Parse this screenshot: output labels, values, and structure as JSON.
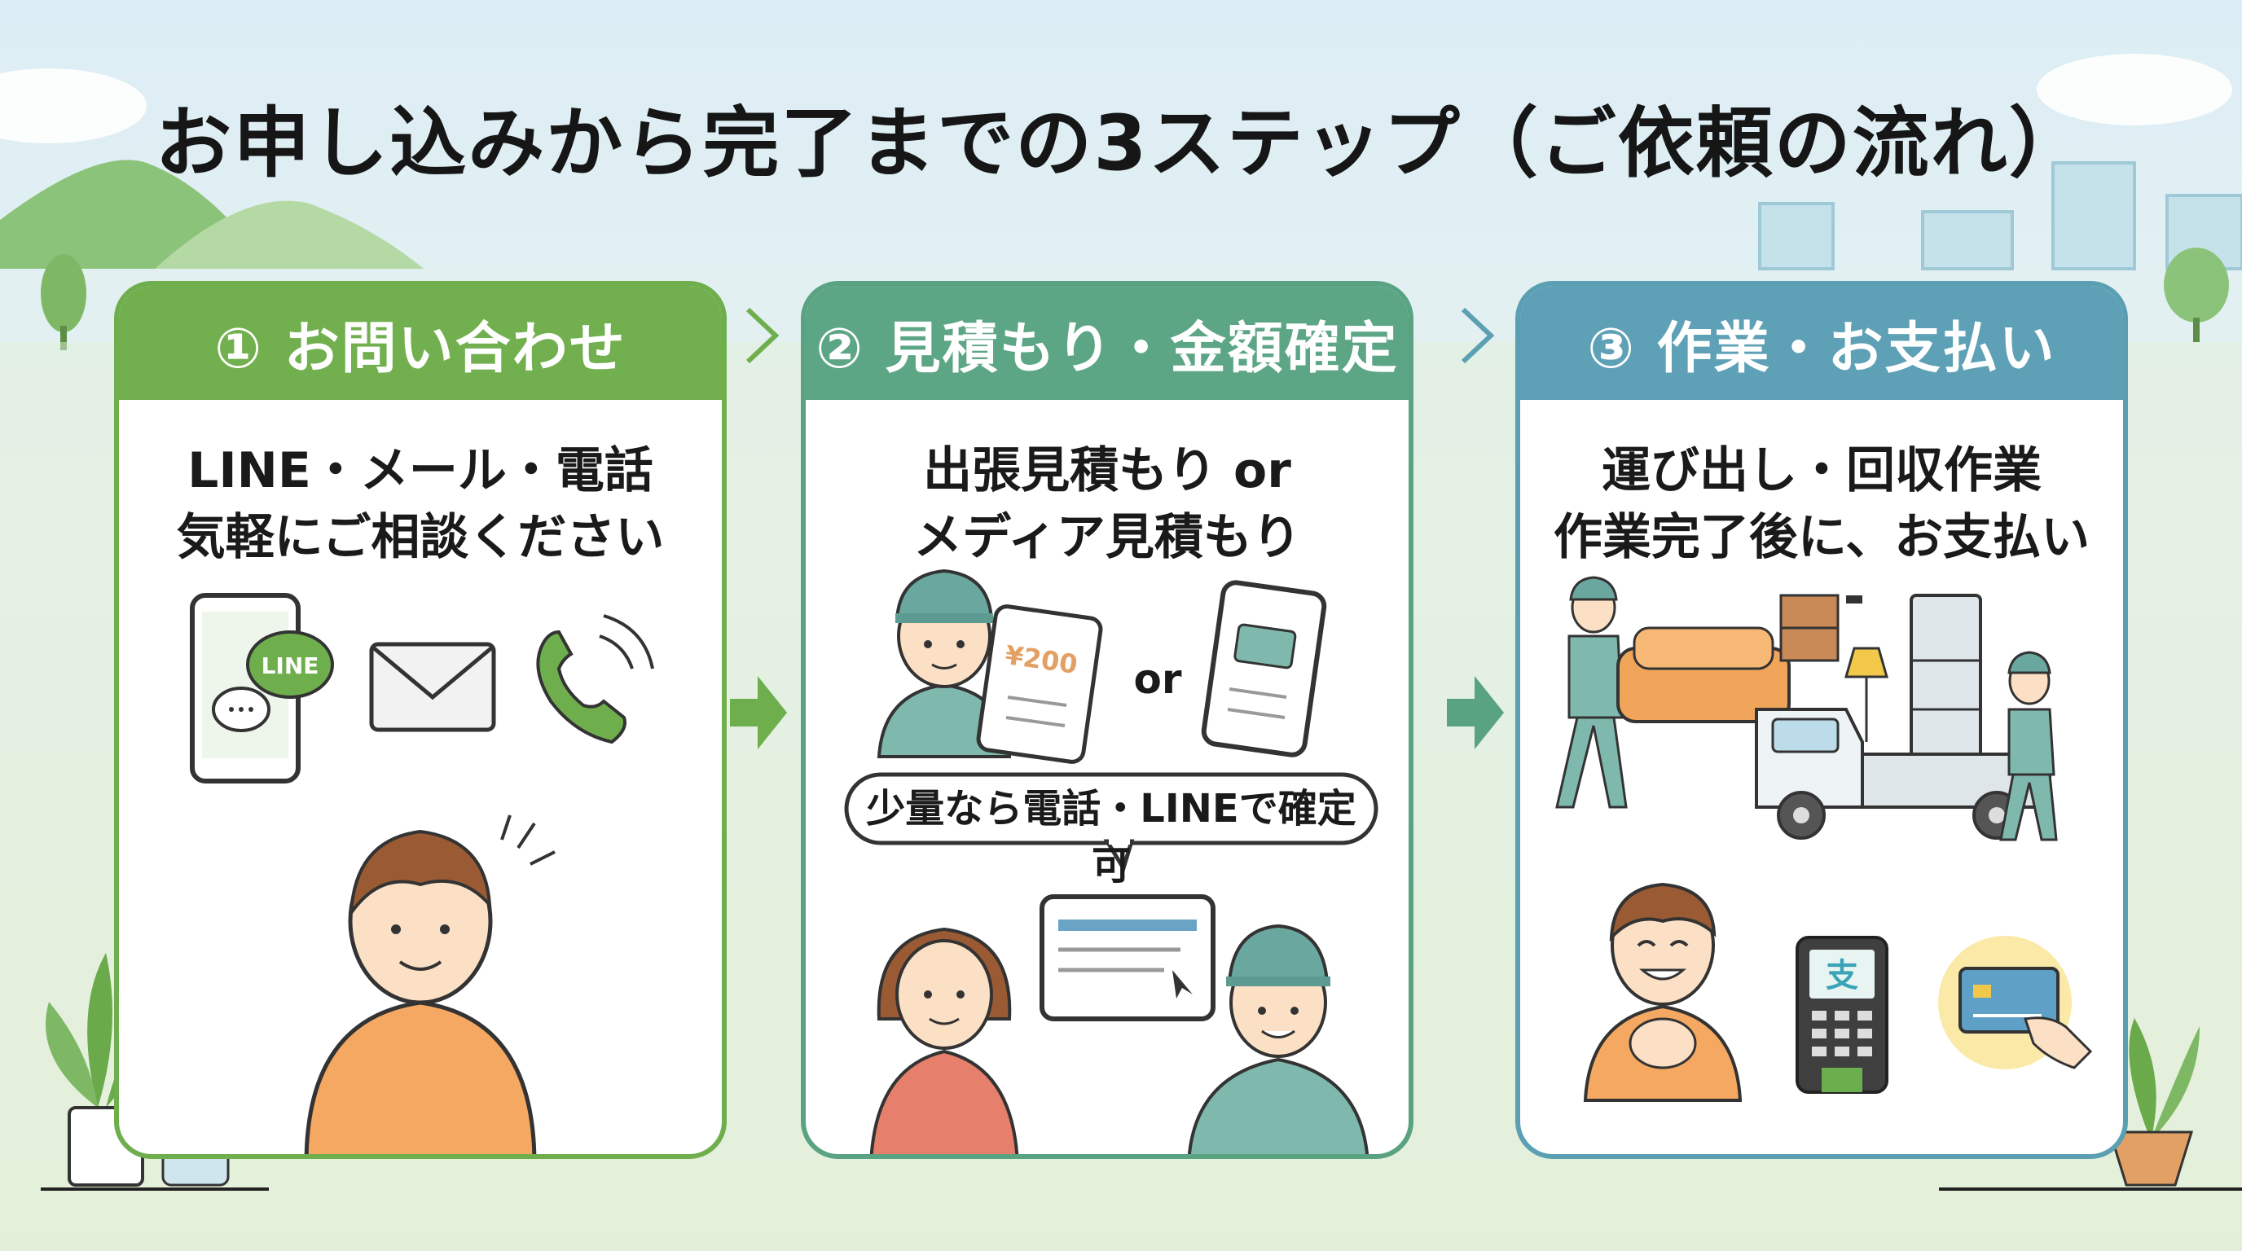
{
  "title": "お申し込みから完了までの3ステップ（ご依頼の流れ）",
  "steps": [
    {
      "header": "① お問い合わせ",
      "line1": "LINE・メール・電話",
      "line2": "気軽にご相談ください",
      "icons": [
        "smartphone-line-icon",
        "envelope-icon",
        "telephone-icon",
        "customer-person-icon"
      ],
      "badge": "LINE"
    },
    {
      "header": "② 見積もり・金額確定",
      "line1": "出張見積もり or",
      "line2": "メディア見積もり",
      "price": "¥200",
      "or_label": "or",
      "bubble": "少量なら電話・LINEで確定可",
      "icons": [
        "worker-with-tablet-icon",
        "smartphone-chat-icon",
        "customer-and-worker-icon"
      ]
    },
    {
      "header": "③ 作業・お支払い",
      "line1": "運び出し・回収作業",
      "line2": "作業完了後に、お支払い",
      "terminal_symbol": "支",
      "icons": [
        "workers-carrying-sofa-icon",
        "truck-icon",
        "payment-terminal-icon",
        "credit-card-icon"
      ]
    }
  ],
  "colors": {
    "step1": "#72b04f",
    "step2": "#5da685",
    "step3": "#5ea0b6",
    "title": "#161616"
  }
}
